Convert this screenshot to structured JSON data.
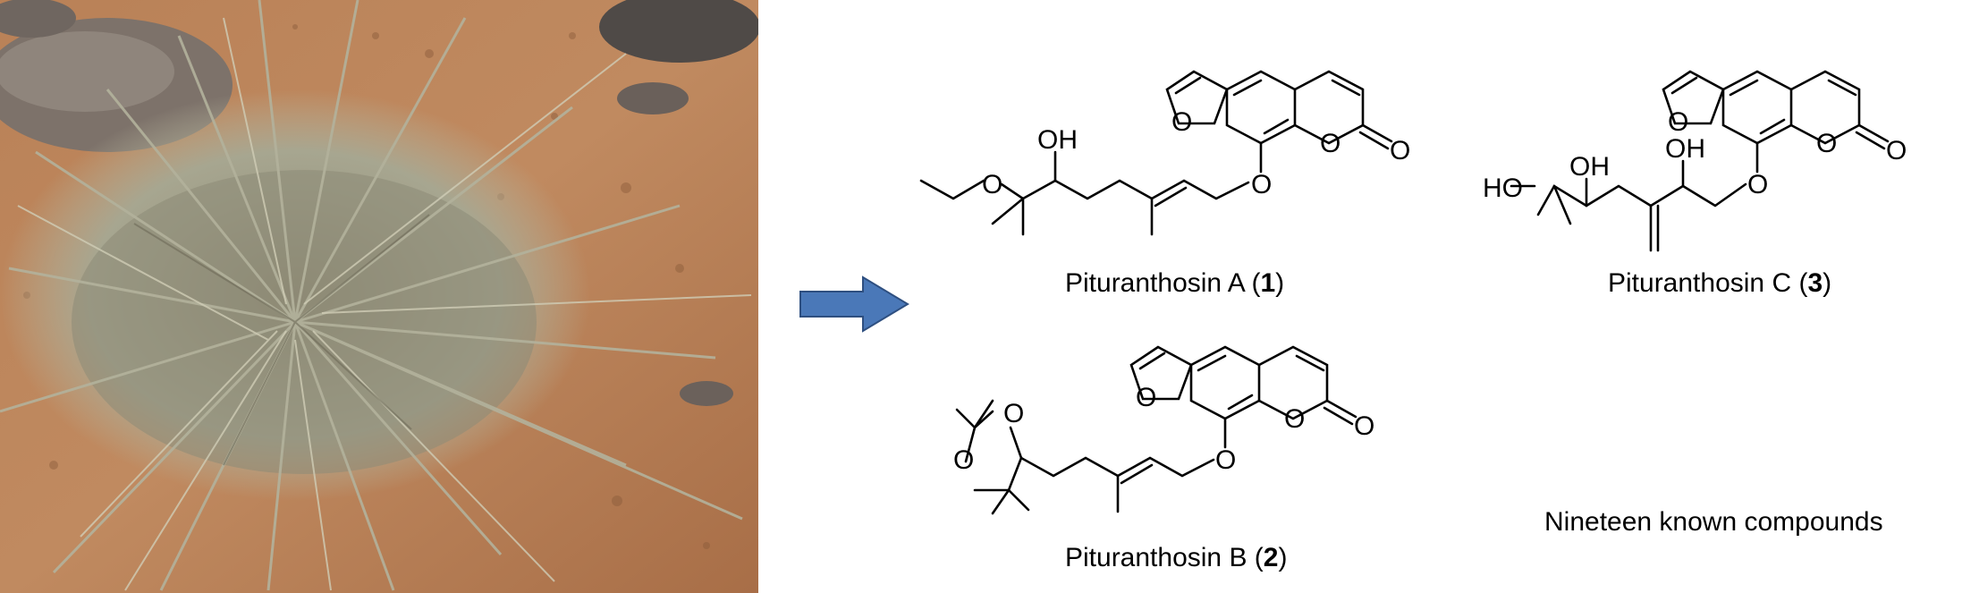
{
  "colors": {
    "arrow_fill": "#4a78b8",
    "arrow_edge": "#2e4f80",
    "soil": "#b5794f",
    "plant": "#a3a48c"
  },
  "photo": {
    "subject": "plant-photo"
  },
  "compounds": [
    {
      "name": "Pituranthosin A",
      "number": "1"
    },
    {
      "name": "Pituranthosin B",
      "number": "2"
    },
    {
      "name": "Pituranthosin C",
      "number": "3"
    }
  ],
  "atoms": {
    "oh": "OH",
    "ho": "HO",
    "o": "O"
  },
  "known_compounds": "Nineteen known compounds"
}
